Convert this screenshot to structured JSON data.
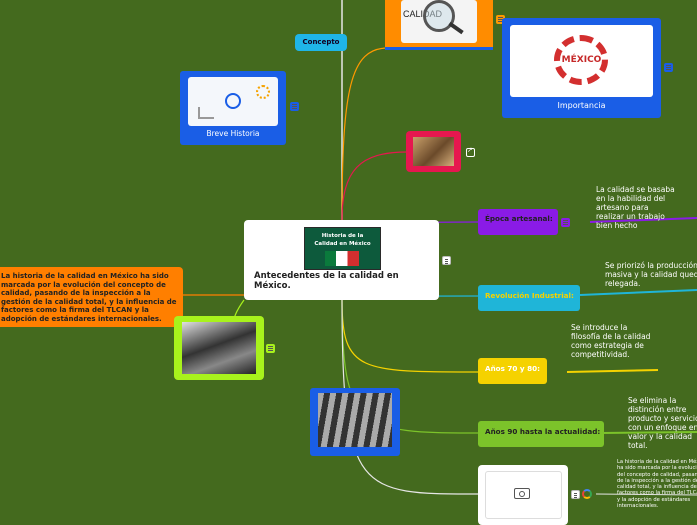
{
  "central": {
    "title": "Antecedentes de la calidad en México.",
    "image_caption": "Historia de la Calidad en México"
  },
  "nodes": {
    "concepto": "Concepto",
    "calidad_img_text": "CALIDAD",
    "importancia": "Importancia",
    "importancia_logo_text": "MÉXICO",
    "breve_historia": "Breve Historia",
    "summary": "La historia de la calidad en México ha sido marcada por la evolución del concepto de calidad, pasando de la inspección a la gestión de la calidad total, y la influencia de factores como la firma del TLCAN y la adopción de estándares internacionales."
  },
  "branches": [
    {
      "label": "Época artesanal:",
      "text": "La calidad se basaba en la habilidad del artesano para realizar un trabajo bien hecho",
      "color": "#8a2be2"
    },
    {
      "label": "Revolución Industrial:",
      "text": "Se priorizó la producción masiva y la calidad quedó relegada.",
      "color": "#1fb5d8"
    },
    {
      "label": "Años 70 y 80:",
      "text": "Se introduce la filosofía de la calidad como estrategia de competitividad.",
      "color": "#f5d200"
    },
    {
      "label": "Años 90 hasta la actualidad:",
      "text": "Se elimina la distinción entre producto y servicio, con un enfoque en el valor y la calidad total.",
      "color": "#7cc32a"
    }
  ],
  "bottom_note": "La historia de la calidad en México ha sido marcada por la evolución del concepto de calidad, pasando de la inspección a la gestión de la calidad total, y la influencia de factores como la firma del TLCAN y la adopción de estándares internacionales.",
  "icons": [
    "note-icon",
    "link-icon",
    "camera-icon",
    "google-icon"
  ],
  "colors": {
    "background": "#446a1e",
    "orange": "#ff7f00",
    "blue": "#1a5ee6",
    "pink": "#e6174f",
    "lime": "#a8f21c",
    "purple": "#8a1be6",
    "cyan": "#1fb5d8",
    "yellow": "#f5d200",
    "green": "#7cc32a"
  }
}
